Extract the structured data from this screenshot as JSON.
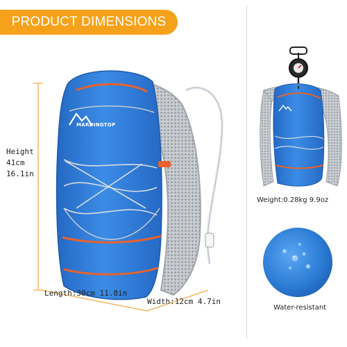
{
  "banner": {
    "title": "PRODUCT DIMENSIONS"
  },
  "brand": {
    "name": "MARDINGTOP"
  },
  "dimensions": {
    "height_label": "Height",
    "height_cm": "41cm",
    "height_in": "16.1in",
    "length": "Length:30cm 11.8in",
    "width": "Width:12cm 4.7in"
  },
  "weight": {
    "label": "Weight:0.28kg 9.9oz"
  },
  "features": {
    "water": "Water-resistant"
  },
  "colors": {
    "accent": "#f5a21a",
    "pack_blue": "#2f7fd8",
    "mesh_gray": "#b8bcc2",
    "trim_orange": "#e8622c"
  }
}
